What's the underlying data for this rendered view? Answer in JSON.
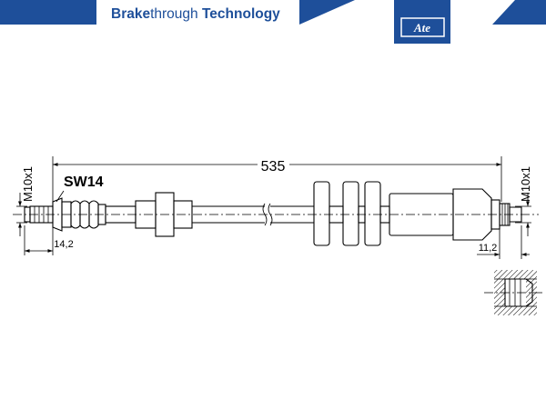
{
  "header": {
    "brand_bold": "Brake",
    "brand_light": "through",
    "brand_bold_2": " Technology",
    "logo_text": "Ate",
    "brand_color": "#1e4f9a"
  },
  "drawing": {
    "overall_length": "535",
    "left_thread": "M10x1",
    "right_thread": "M10x1",
    "wrench_size": "SW14",
    "left_fitting_length": "14,2",
    "right_fitting_length": "11,2"
  }
}
